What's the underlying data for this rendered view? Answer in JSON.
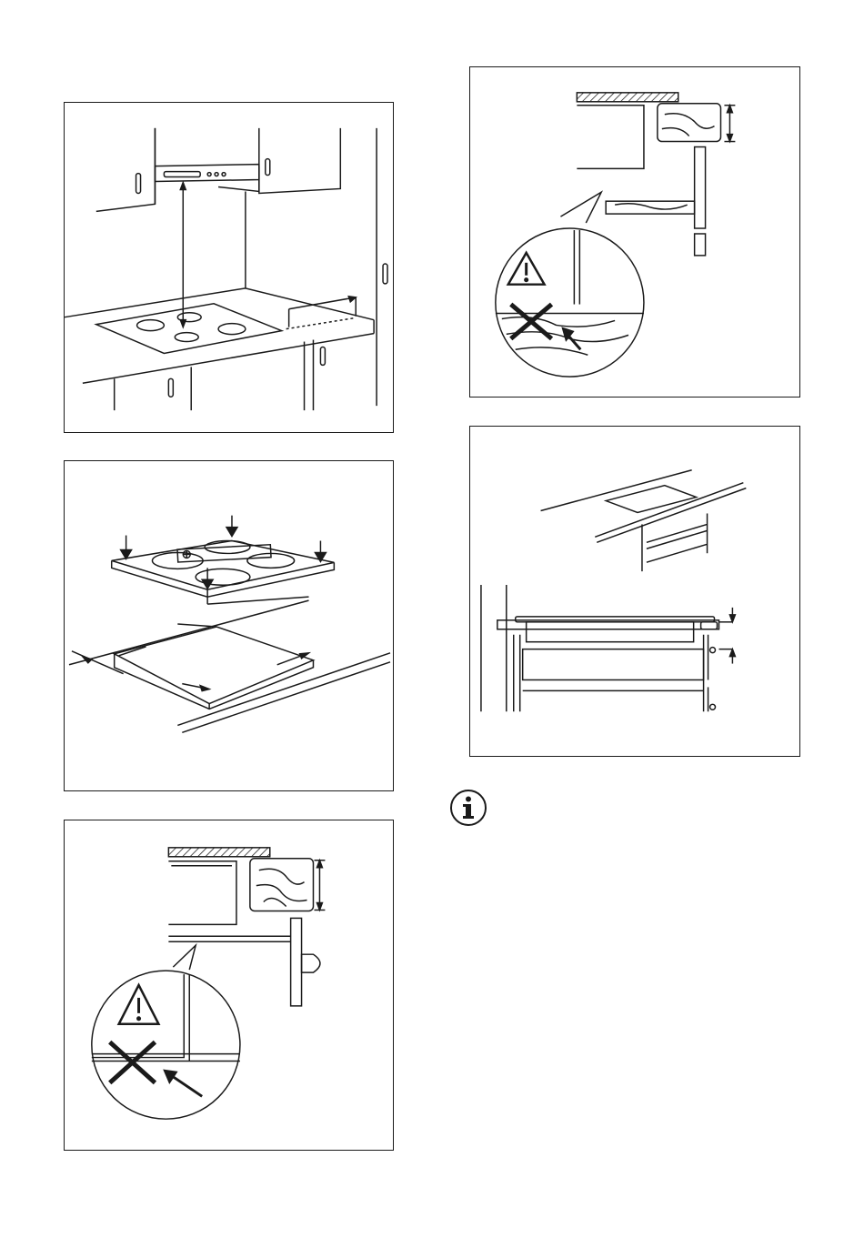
{
  "figures": [
    {
      "id": "figure-hob-hood-clearance",
      "icon": "hob-under-hood-illustration"
    },
    {
      "id": "figure-hob-installation",
      "icon": "hob-drop-in-illustration"
    },
    {
      "id": "figure-drawer-clearance-warning",
      "icon": "warning-triangle-icon"
    },
    {
      "id": "figure-cabinet-clearance-warning",
      "icon": "warning-triangle-icon"
    },
    {
      "id": "figure-oven-below-hob",
      "icon": "hob-over-oven-illustration"
    }
  ],
  "info_note": {
    "icon": "info-icon",
    "text": ""
  },
  "colors": {
    "line": "#1a1a1a",
    "background": "#ffffff"
  }
}
